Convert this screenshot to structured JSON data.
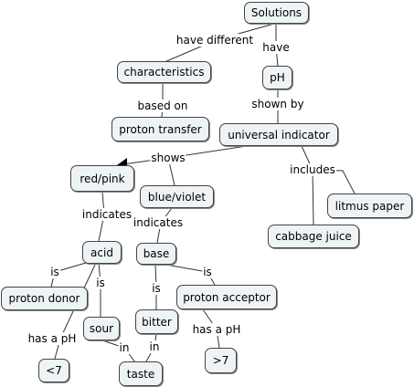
{
  "concepts": {
    "solutions": "Solutions",
    "characteristics": "characteristics",
    "ph": "pH",
    "proton_transfer": "proton transfer",
    "universal_indicator": "universal indicator",
    "red_pink": "red/pink",
    "blue_violet": "blue/violet",
    "litmus_paper": "litmus paper",
    "cabbage_juice": "cabbage juice",
    "acid": "acid",
    "base": "base",
    "proton_donor": "proton donor",
    "proton_acceptor": "proton acceptor",
    "sour": "sour",
    "bitter": "bitter",
    "lt7": "<7",
    "gt7": ">7",
    "taste": "taste"
  },
  "links": {
    "have_different": "have different",
    "have": "have",
    "based_on": "based on",
    "shown_by": "shown by",
    "shows": "shows",
    "includes": "includes",
    "indicates_1": "indicates",
    "indicates_2": "indicates",
    "is_1": "is",
    "is_2": "is",
    "is_3": "is",
    "is_4": "is",
    "has_a_ph_1": "has a pH",
    "has_a_ph_2": "has a pH",
    "in_1": "in",
    "in_2": "in"
  }
}
